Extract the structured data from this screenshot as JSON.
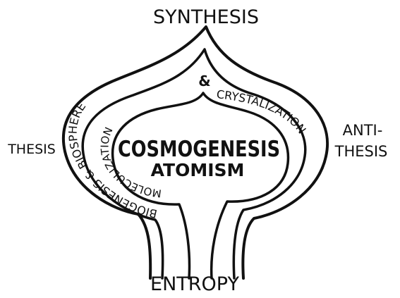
{
  "diagram": {
    "top_label": "SYNTHESIS",
    "left_label": "THESIS",
    "right_label_line1": "ANTI-",
    "right_label_line2": "THESIS",
    "bottom_label": "ENTROPY",
    "center_line1": "COSMOGENESIS",
    "center_line2": "ATOMISM",
    "left_band_text": "BIOGENESIS & BIOSPHERE",
    "inner_left_text": "MOLECULIZATION",
    "ampersand": "&",
    "right_band_text": "CRYSTALIZATION",
    "colors": {
      "ink": "#111111",
      "paper": "#ffffff"
    }
  }
}
